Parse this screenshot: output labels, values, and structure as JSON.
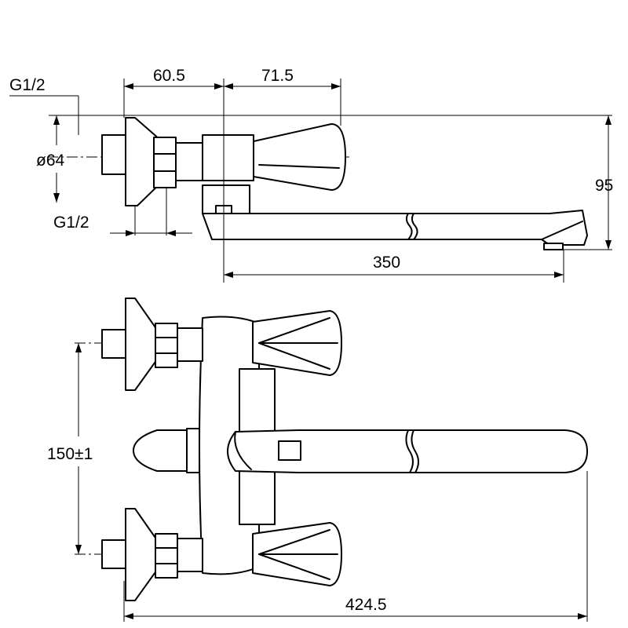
{
  "drawing": {
    "title": "",
    "top_view": {
      "dim_inlet_to_axis": "60.5",
      "dim_axis_to_handle": "71.5",
      "thread_top": "G1/2",
      "thread_bottom": "G1/2",
      "flange_diameter": "ø64",
      "height": "95",
      "spout_reach": "350"
    },
    "front_view": {
      "inlet_spacing": "150±1",
      "overall_length": "424.5"
    }
  }
}
